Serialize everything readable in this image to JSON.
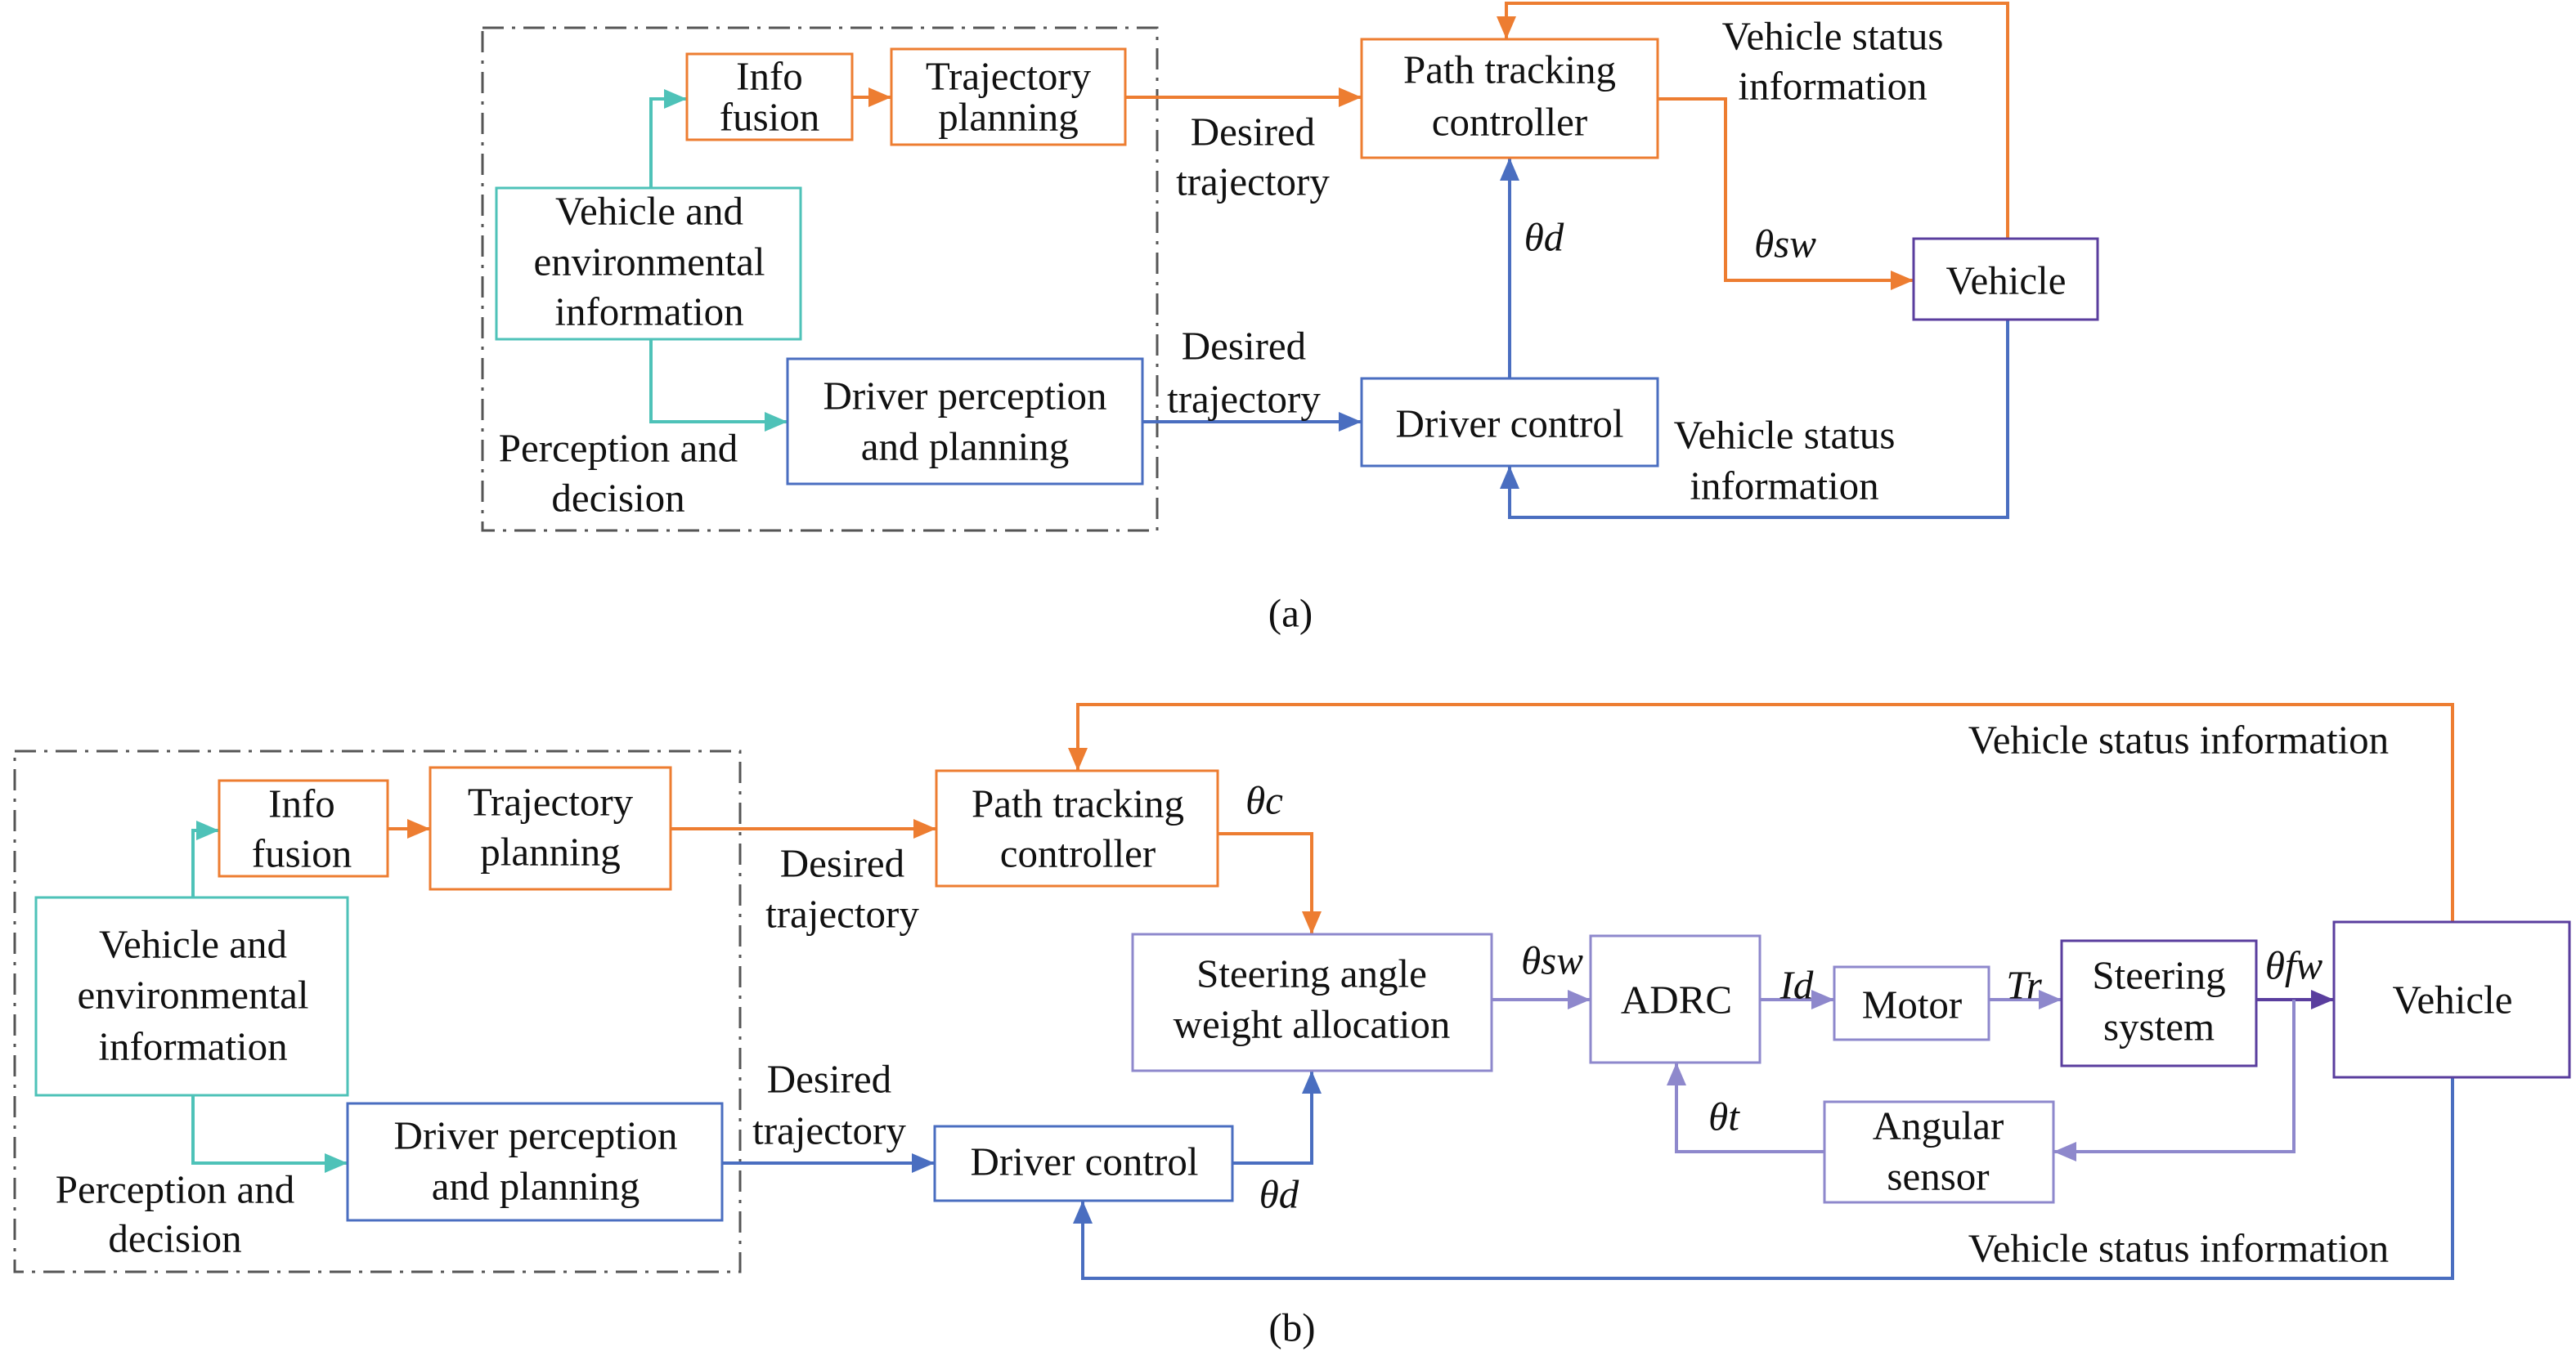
{
  "colors": {
    "orange": "#ED7D31",
    "teal": "#4EC2B8",
    "blue": "#4A6EC0",
    "light_purple": "#8E88CC",
    "dark_purple": "#5A3E9E",
    "frame": "#555555",
    "text": "#111111"
  },
  "diagram_a": {
    "caption": "(a)",
    "info_fusion": [
      "Info",
      "fusion"
    ],
    "trajectory_planning": [
      "Trajectory",
      "planning"
    ],
    "vehicle_env_info": [
      "Vehicle and",
      "environmental",
      "information"
    ],
    "driver_perception": [
      "Driver perception",
      "and planning"
    ],
    "path_tracking": [
      "Path tracking",
      "controller"
    ],
    "driver_control": "Driver control",
    "vehicle": "Vehicle",
    "perception_decision": [
      "Perception and",
      "decision"
    ],
    "desired_trajectory_upper": [
      "Desired",
      "trajectory"
    ],
    "desired_trajectory_lower": [
      "Desired",
      "trajectory"
    ],
    "vehicle_status_upper": [
      "Vehicle status",
      "information"
    ],
    "vehicle_status_lower": [
      "Vehicle status",
      "information"
    ],
    "theta_d": "θd",
    "theta_sw": "θsw"
  },
  "diagram_b": {
    "caption": "(b)",
    "info_fusion": [
      "Info",
      "fusion"
    ],
    "trajectory_planning": [
      "Trajectory",
      "planning"
    ],
    "vehicle_env_info": [
      "Vehicle and",
      "environmental",
      "information"
    ],
    "driver_perception": [
      "Driver perception",
      "and planning"
    ],
    "path_tracking": [
      "Path tracking",
      "controller"
    ],
    "steering_allocation": [
      "Steering angle",
      "weight allocation"
    ],
    "driver_control": "Driver control",
    "adrc": "ADRC",
    "motor": "Motor",
    "steering_system": [
      "Steering",
      "system"
    ],
    "vehicle": "Vehicle",
    "angular_sensor": [
      "Angular",
      "sensor"
    ],
    "perception_decision": [
      "Perception and",
      "decision"
    ],
    "desired_trajectory_upper": [
      "Desired",
      "trajectory"
    ],
    "desired_trajectory_lower": [
      "Desired",
      "trajectory"
    ],
    "vehicle_status_top": "Vehicle status information",
    "vehicle_status_bottom": "Vehicle status information",
    "theta_c": "θc",
    "theta_sw": "θsw",
    "id": "Id",
    "tr": "Tr",
    "theta_fw": "θfw",
    "theta_t": "θt",
    "theta_d": "θd"
  }
}
